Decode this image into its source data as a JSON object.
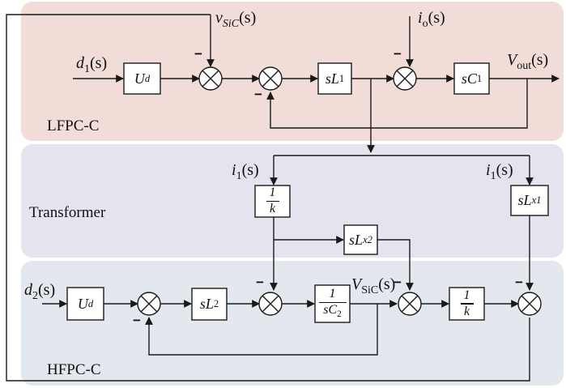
{
  "colors": {
    "lfpc_bg": "#f2dcd8",
    "transformer_bg": "#e6e2ee",
    "hfpc_bg": "#e2e8ee",
    "line": "#1a1a1a"
  },
  "regions": {
    "lfpc": "LFPC-C",
    "transformer": "Transformer",
    "hfpc": "HFPC-C"
  },
  "signals": {
    "d1": {
      "main": "d",
      "sub": "1",
      "arg": "(s)"
    },
    "v_sic_top": {
      "main": "v",
      "sub": "SiC",
      "arg": "(s)"
    },
    "io": {
      "main": "i",
      "sub": "o",
      "arg": "(s)"
    },
    "vout": {
      "main": "V",
      "sub": "out",
      "arg": "(s)"
    },
    "i1_left": {
      "main": "i",
      "sub": "1",
      "arg": "(s)"
    },
    "i1_right": {
      "main": "i",
      "sub": "1",
      "arg": "(s)"
    },
    "d2": {
      "main": "d",
      "sub": "2",
      "arg": "(s)"
    },
    "v_sic_bottom": {
      "main": "V",
      "sub": "SiC",
      "arg": "(s)"
    }
  },
  "blocks": {
    "ud_top": {
      "main": "U",
      "sub": "d"
    },
    "sl1": {
      "main": "sL",
      "sub": "1"
    },
    "sc1": {
      "main": "sC",
      "sub": "1"
    },
    "inv_k_left": {
      "num": "1",
      "den": "k"
    },
    "slx1": {
      "main": "sL",
      "sub": "x1"
    },
    "slx2": {
      "main": "sL",
      "sub": "x2"
    },
    "ud_bottom": {
      "main": "U",
      "sub": "d"
    },
    "sl2": {
      "main": "sL",
      "sub": "2"
    },
    "inv_sc2": {
      "num": "1",
      "den_main": "sC",
      "den_sub": "2"
    },
    "inv_k_right": {
      "num": "1",
      "den": "k"
    }
  },
  "minus_sign": "−"
}
